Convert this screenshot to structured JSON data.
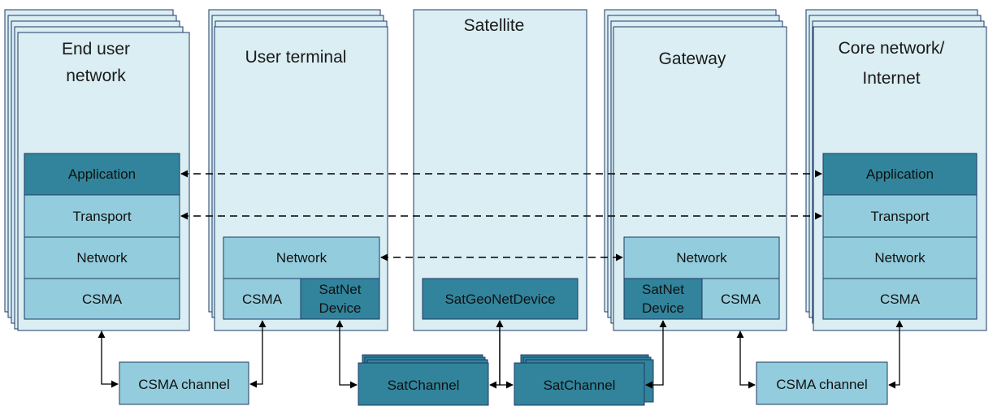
{
  "colors": {
    "node_fill": "#daeef3",
    "layer_light": "#93cddd",
    "layer_dark": "#31849b",
    "outline": "#1f3864"
  },
  "nodes": {
    "end_user_network": {
      "title_line1": "End user",
      "title_line2": "network"
    },
    "user_terminal": {
      "title": "User terminal"
    },
    "satellite": {
      "title": "Satellite"
    },
    "gateway": {
      "title": "Gateway"
    },
    "core_network": {
      "title_line1": "Core network/",
      "title_line2": "Internet"
    }
  },
  "layers": {
    "application": "Application",
    "transport": "Transport",
    "network": "Network",
    "csma": "CSMA",
    "satnet_line1": "SatNet",
    "satnet_line2": "Device",
    "satgeo": "SatGeoNetDevice"
  },
  "channels": {
    "csma_channel": "CSMA channel",
    "sat_channel": "SatChannel"
  }
}
